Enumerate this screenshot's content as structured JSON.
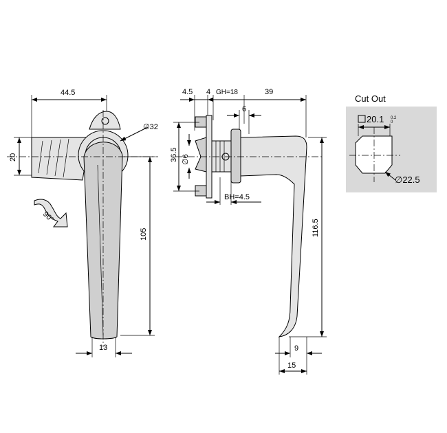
{
  "front_view": {
    "dim_width": "44.5",
    "dim_height": "20",
    "dim_diameter": "∅32",
    "dim_length": "105",
    "dim_bottom": "13",
    "rotation": "90°"
  },
  "side_view": {
    "dim_4_5": "4.5",
    "dim_4": "4",
    "dim_gh": "GH=18",
    "dim_39": "39",
    "dim_6": "6",
    "dim_36_5": "36.5",
    "dim_d6": "∅6",
    "dim_bh": "BH=4.5",
    "dim_116_5": "116.5",
    "dim_9": "9",
    "dim_15": "15"
  },
  "cutout": {
    "title": "Cut Out",
    "square": "20.1",
    "tolerance_top": "0.2",
    "tolerance_bottom": "0",
    "diameter": "∅22.5"
  }
}
